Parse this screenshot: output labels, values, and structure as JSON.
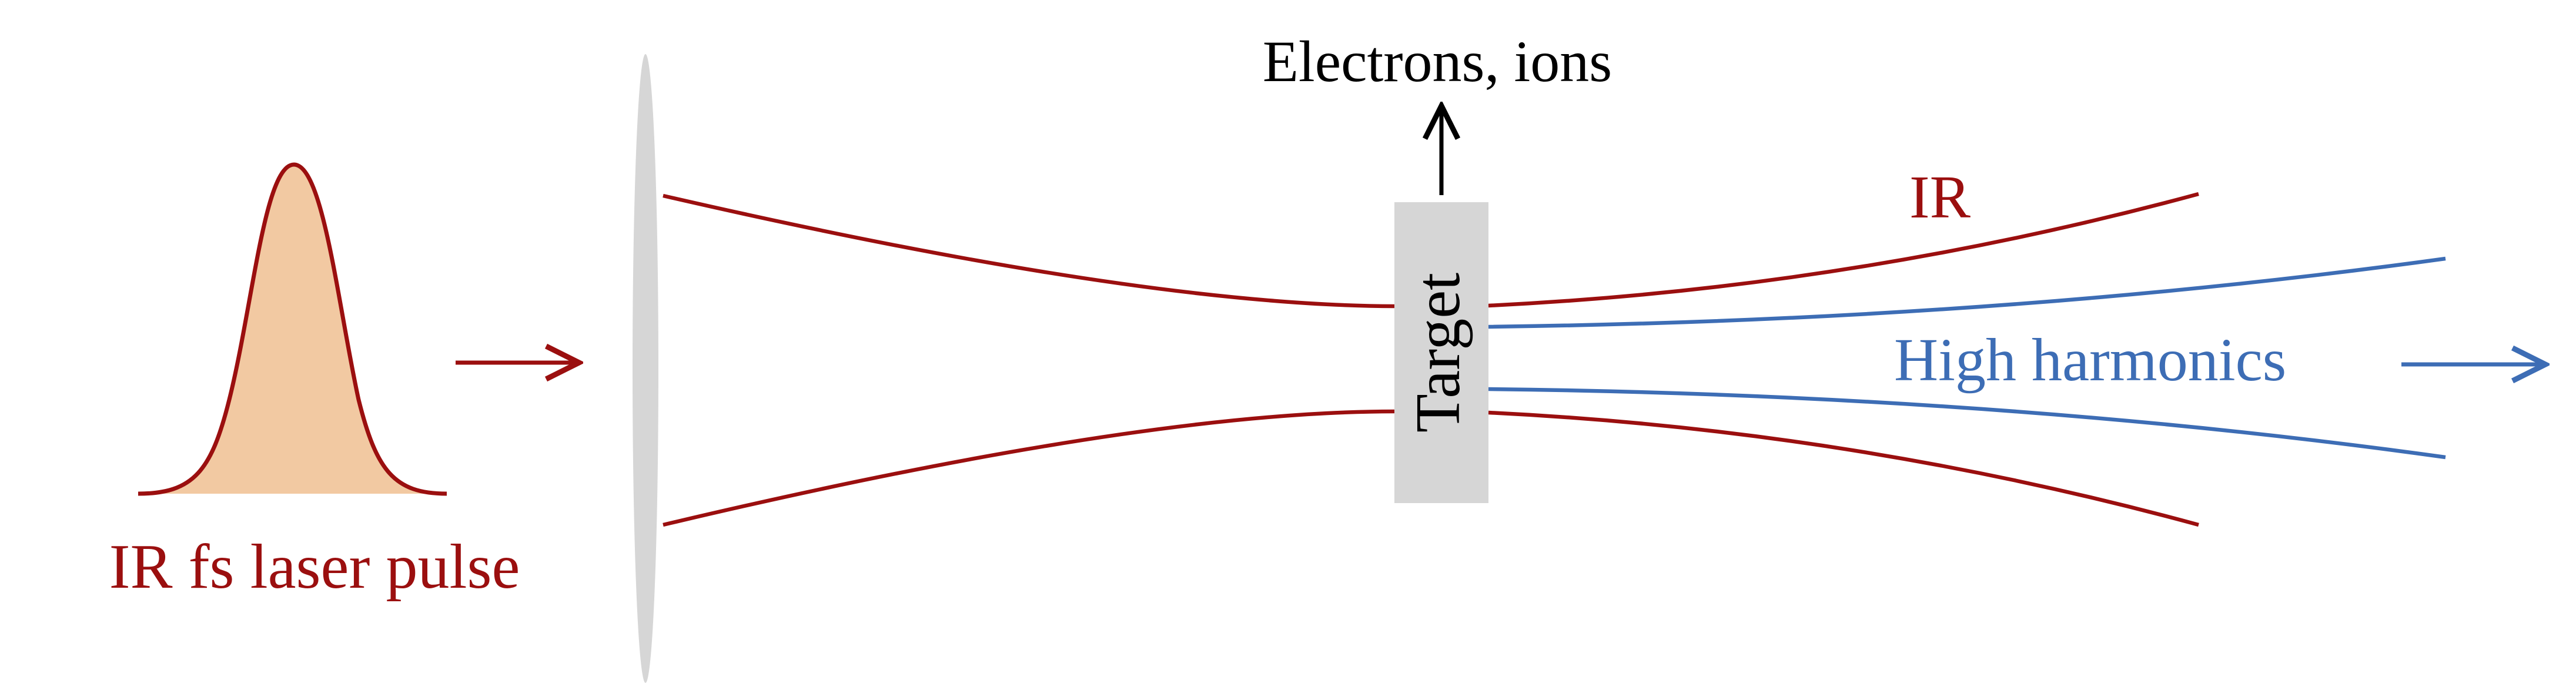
{
  "colors": {
    "background": "#ffffff",
    "ir_red": "#9b0f0f",
    "harmonics_blue": "#3d6db5",
    "pulse_fill": "#f2c9a2",
    "lens_gray": "#d6d6d6",
    "target_gray": "#d6d6d6",
    "text_black": "#000000"
  },
  "labels": {
    "pulse": "IR fs laser pulse",
    "electrons_ions": "Electrons, ions",
    "target": "Target",
    "ir_beam": "IR",
    "high_harmonics": "High harmonics"
  },
  "icons": {
    "incoming_arrow": "arrow-right",
    "emission_arrow": "arrow-up",
    "output_arrow": "arrow-right"
  }
}
